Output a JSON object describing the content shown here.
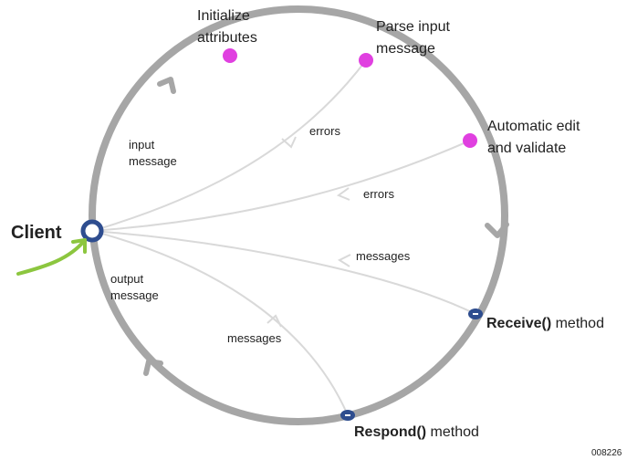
{
  "nodes": {
    "initialize": {
      "line1": "Initialize",
      "line2": "attributes"
    },
    "parse": {
      "line1": "Parse input",
      "line2": "message"
    },
    "edit": {
      "line1": "Automatic edit",
      "line2": "and validate"
    },
    "receive": {
      "bold": "Receive()",
      "rest": " method"
    },
    "respond": {
      "bold": "Respond()",
      "rest": " method"
    },
    "client": "Client"
  },
  "arc_labels": {
    "input": {
      "line1": "input",
      "line2": "message"
    },
    "output": {
      "line1": "output",
      "line2": "message"
    }
  },
  "flow_labels": {
    "errors_parse": "errors",
    "errors_edit": "errors",
    "messages_receive": "messages",
    "messages_respond": "messages"
  },
  "figure_id": "008226",
  "colors": {
    "ring": "#a6a6a6",
    "flow": "#d9d9d9",
    "process_dot": "#e040e0",
    "method_node": "#2e4d8f",
    "client_node": "#2e4d8f",
    "pointer_arrow": "#8cc63f"
  }
}
